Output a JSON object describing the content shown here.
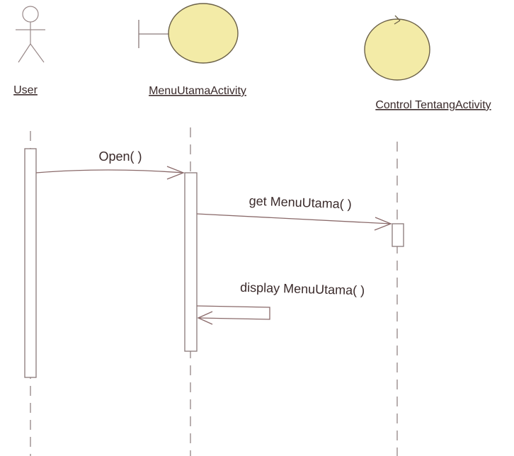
{
  "diagram": {
    "type": "sequence",
    "participants": [
      {
        "name": "User",
        "kind": "actor"
      },
      {
        "name": "MenuUtamaActivity",
        "kind": "boundary"
      },
      {
        "name": "Control TentangActivity",
        "kind": "control"
      }
    ],
    "messages": [
      {
        "label": "Open( )",
        "from": "User",
        "to": "MenuUtamaActivity"
      },
      {
        "label": "get MenuUtama( )",
        "from": "MenuUtamaActivity",
        "to": "Control TentangActivity"
      },
      {
        "label": "display MenuUtama( )",
        "from": "MenuUtamaActivity",
        "to": "MenuUtamaActivity"
      }
    ],
    "colors": {
      "object_fill": "#f3eba7",
      "object_stroke": "#6b6148",
      "line": "#8a6a6a",
      "text": "#3a2a2a"
    }
  }
}
